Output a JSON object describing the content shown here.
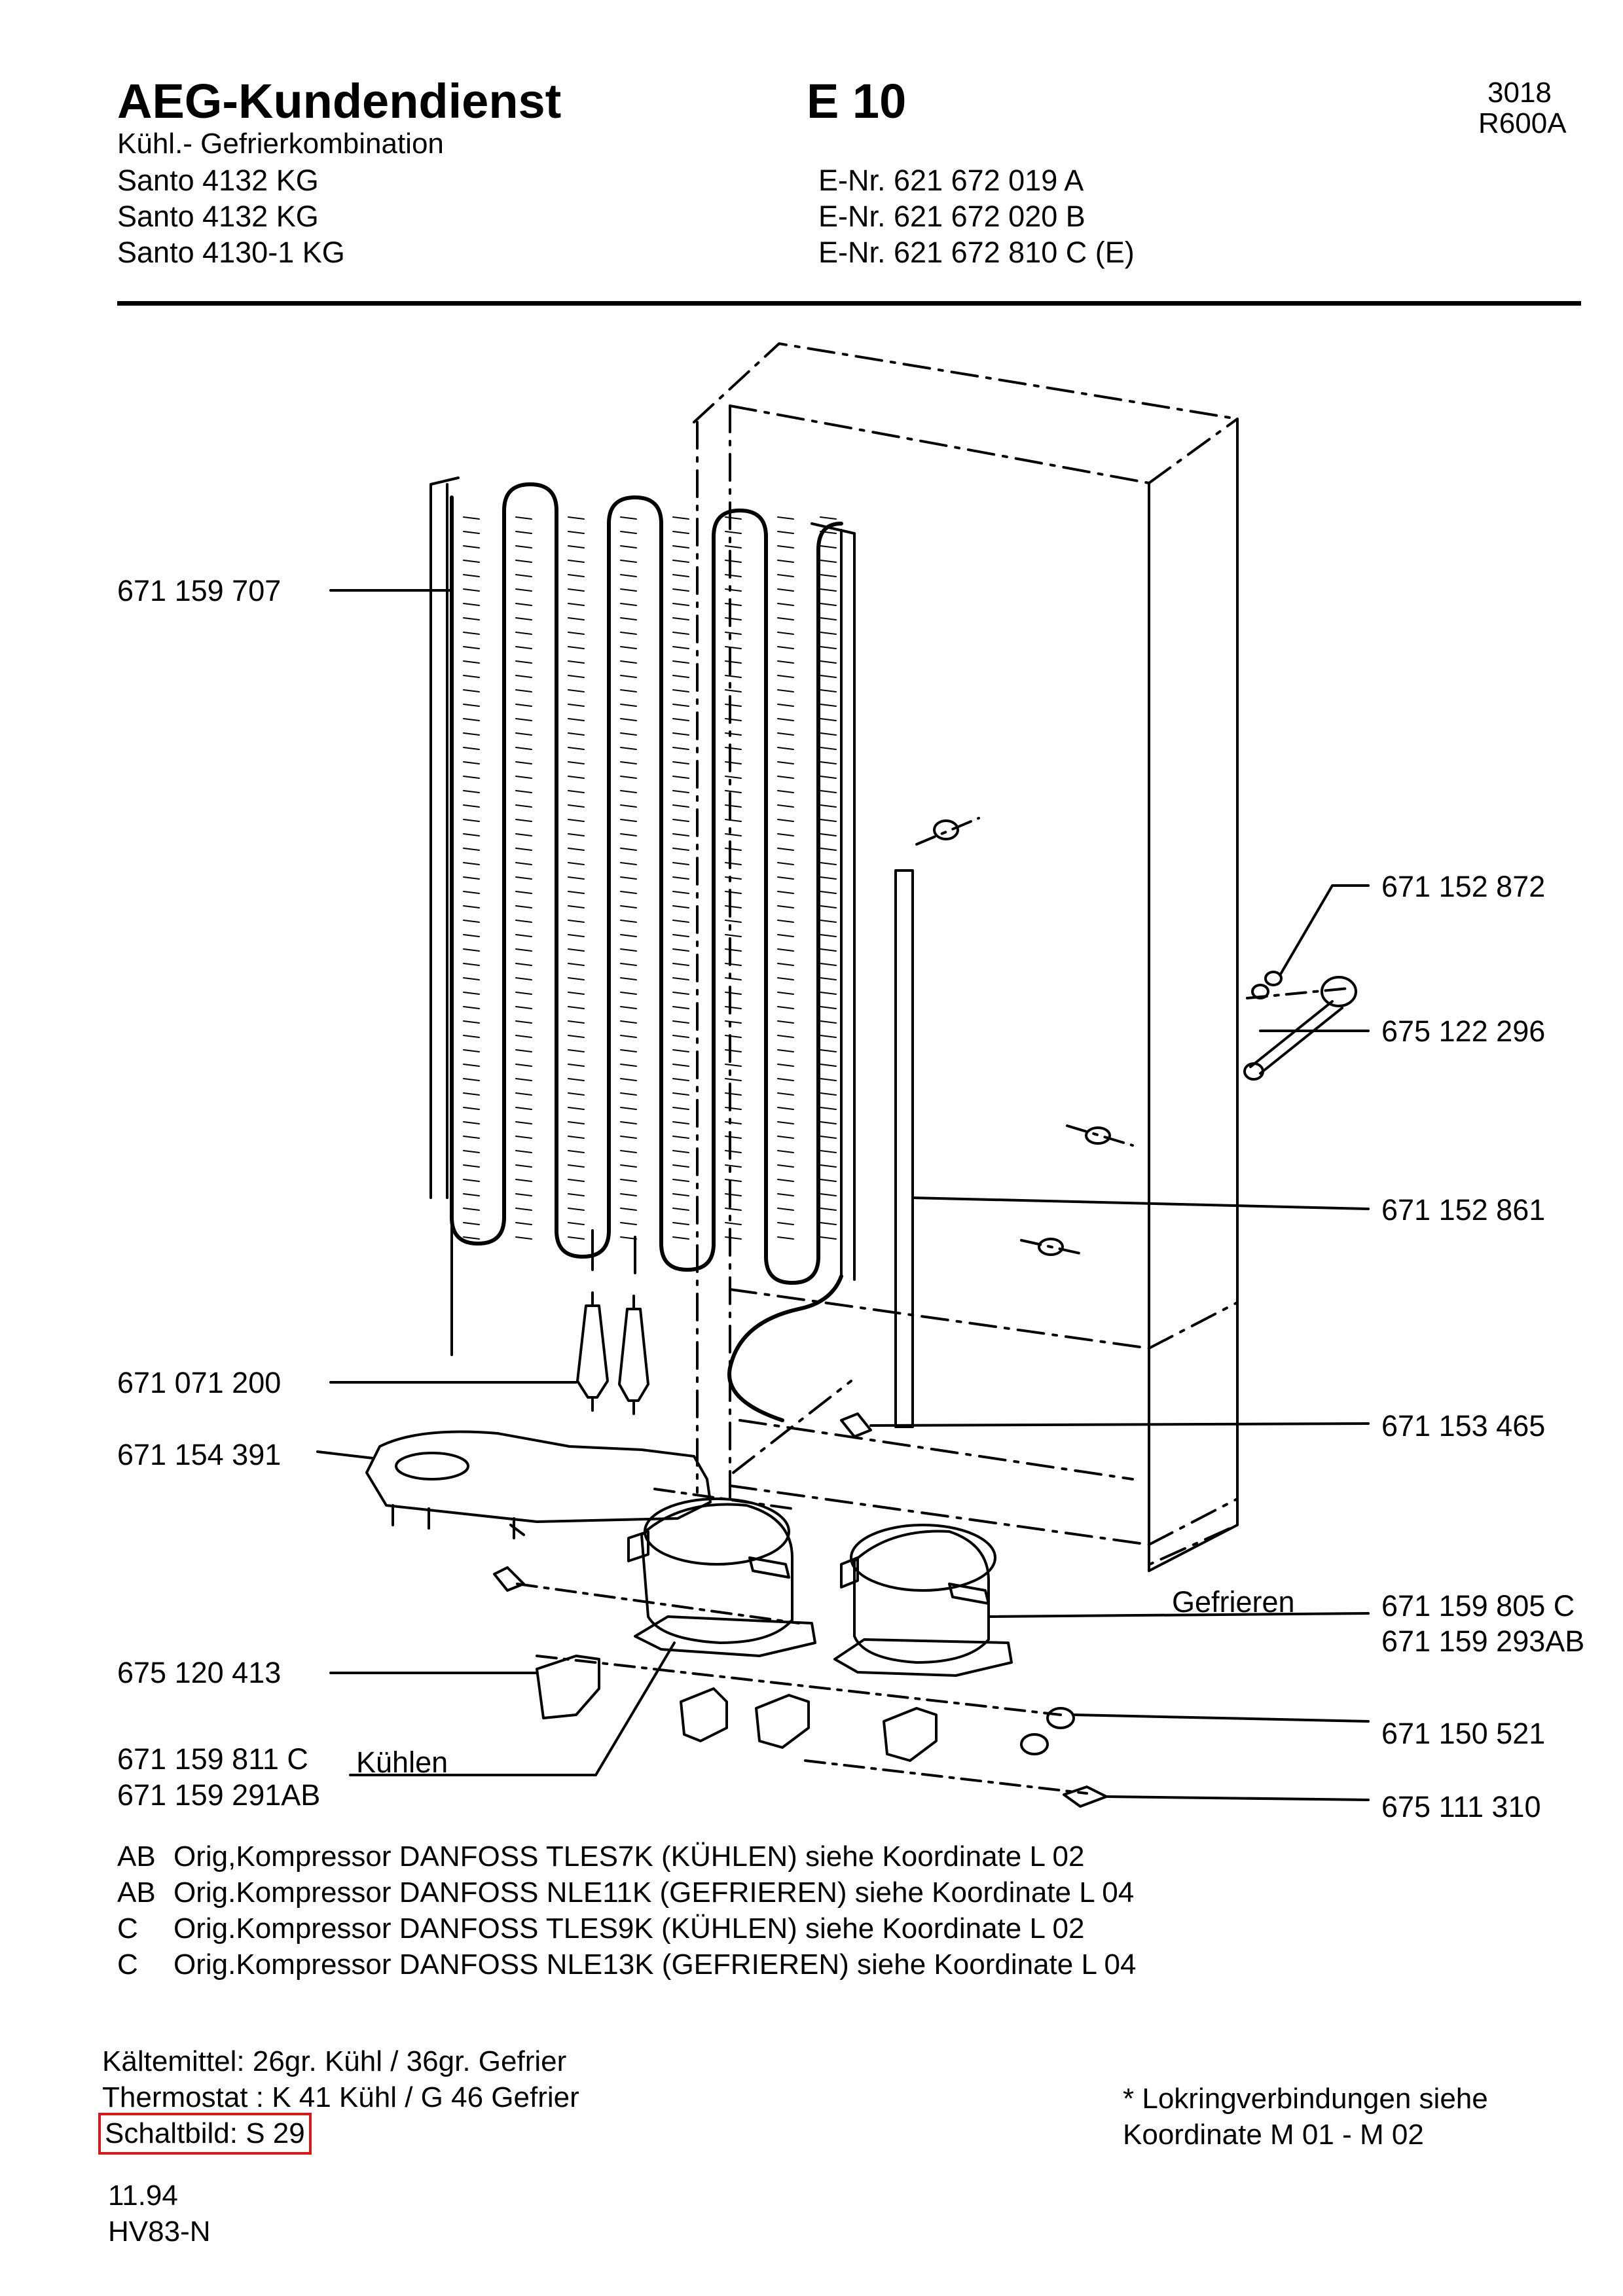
{
  "header": {
    "title": "AEG-Kundendienst",
    "sheet": "E 10",
    "doc_number": "3018",
    "refrigerant_code": "R600A",
    "subtitle": "Kühl.- Gefrierkombination",
    "models": [
      {
        "name": "Santo 4132 KG",
        "enr": "E-Nr. 621 672 019 A"
      },
      {
        "name": "Santo 4132 KG",
        "enr": "E-Nr. 621 672 020 B"
      },
      {
        "name": "Santo 4130-1 KG",
        "enr": "E-Nr. 621 672 810 C  (E)"
      }
    ]
  },
  "parts": {
    "condenser": "671 159 707",
    "filter_dryer": "671 071 200",
    "drip_tray": "671 154 391",
    "mount_plate": "675 120 413",
    "kuehlen_code_1": "671 159 811 C",
    "kuehlen_code_2": "671 159 291AB",
    "kuehlen_label": "Kühlen",
    "part_872": "671 152 872",
    "part_296": "675 122 296",
    "part_861": "671 152 861",
    "part_465": "671 153 465",
    "gefrieren_label": "Gefrieren",
    "gefrieren_code_1": "671 159 805 C",
    "gefrieren_code_2": "671 159 293AB",
    "grommet": "671 150 521",
    "clip": "675 111 310"
  },
  "notes": [
    {
      "key": "AB",
      "text": "Orig,Kompressor DANFOSS TLES7K (KÜHLEN) siehe Koordinate L 02"
    },
    {
      "key": "AB",
      "text": "Orig.Kompressor DANFOSS NLE11K (GEFRIEREN) siehe Koordinate L 04"
    },
    {
      "key": "C",
      "text": "Orig.Kompressor DANFOSS TLES9K (KÜHLEN) siehe Koordinate L 02"
    },
    {
      "key": "C",
      "text": "Orig.Kompressor DANFOSS NLE13K (GEFRIEREN) siehe Koordinate L 04"
    }
  ],
  "footer": {
    "refrigerant": "Kältemittel:  26gr. Kühl / 36gr. Gefrier",
    "thermostat": "Thermostat : K 41 Kühl / G 46 Gefrier",
    "schaltbild": "Schaltbild:  S 29",
    "lokring_1": "* Lokringverbindungen siehe",
    "lokring_2": "Koordinate M 01 - M 02",
    "date": "11.94",
    "code": "HV83-N"
  },
  "colors": {
    "ink": "#000000",
    "highlight_box": "#d21b1b"
  }
}
